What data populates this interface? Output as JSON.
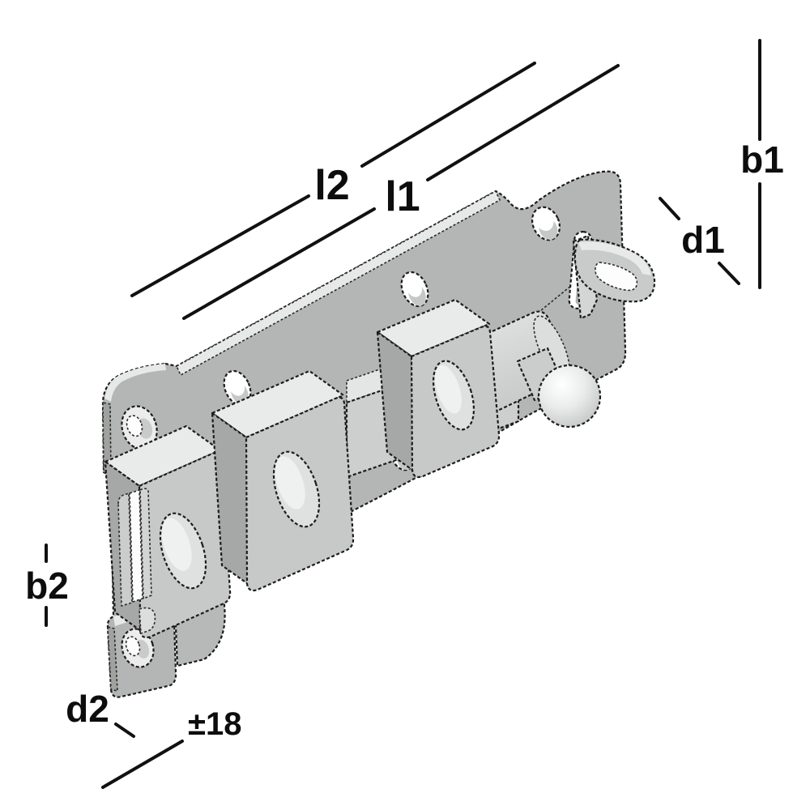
{
  "drawing": {
    "title": "slide-bolt-isometric-technical-drawing",
    "labels": {
      "l1": "l1",
      "l2": "l2",
      "b1": "b1",
      "b2": "b2",
      "d1": "d1",
      "d2": "d2",
      "tolerance": "±18"
    },
    "colors": {
      "background": "#ffffff",
      "outline": "#1c1c1c",
      "dimension_line": "#111111",
      "plate_face": "#b4b6b5",
      "plate_edge_top": "#e7e9e8",
      "side_dark": "#a0a29f",
      "staple_front": "#c7c9c8",
      "staple_roof": "#e9ebea",
      "emboss": "#dfe1e0",
      "emboss_highlight": "#eff1f0",
      "bolt_face": "#cdcfce",
      "bolt_top": "#e4e6e5",
      "knob_ball_light": "#fafafa",
      "knob_ball_dark": "#bcbebd"
    }
  }
}
